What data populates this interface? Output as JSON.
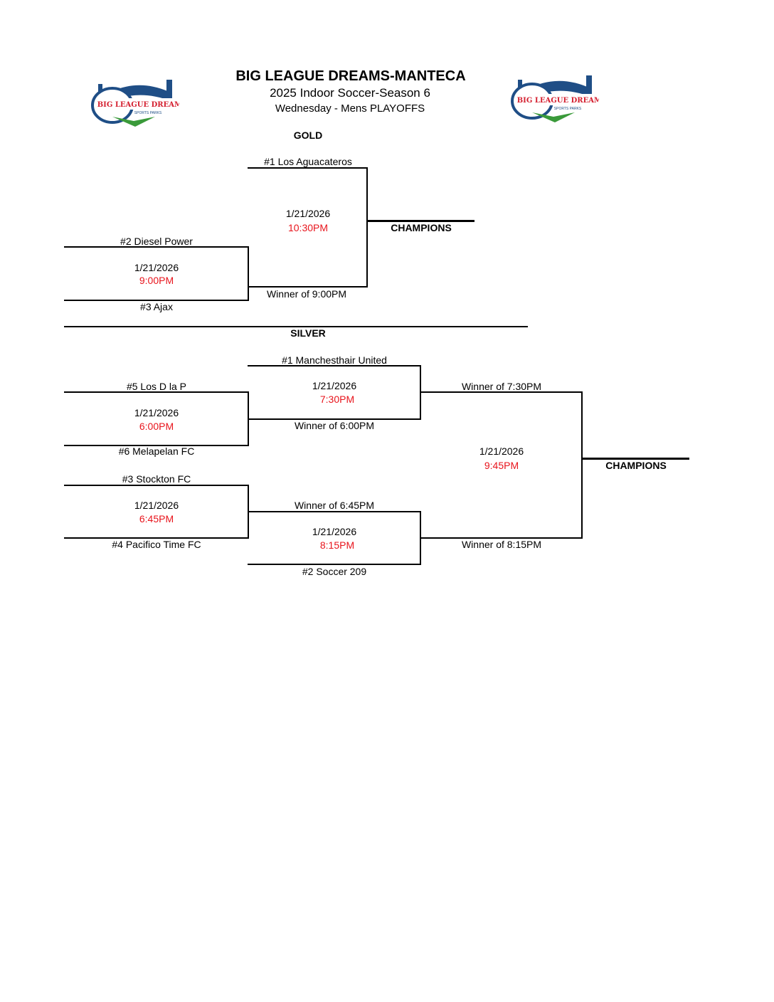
{
  "header": {
    "title": "BIG LEAGUE DREAMS-MANTECA",
    "subtitle": "2025 Indoor Soccer-Season 6",
    "subtitle2": "Wednesday - Mens PLAYOFFS",
    "logo_text": "BIG LEAGUE DREAMS SPORTS PARKS"
  },
  "colors": {
    "time": "#e8141c",
    "logo_blue": "#1f4e86",
    "logo_red": "#d42030"
  },
  "gold": {
    "label": "GOLD",
    "seed1": "#1 Los Aguacateros",
    "seed2": "#2 Diesel Power",
    "seed3": "#3 Ajax",
    "semi": {
      "date": "1/21/2026",
      "time": "9:00PM"
    },
    "semi_winner": "Winner of 9:00PM",
    "final": {
      "date": "1/21/2026",
      "time": "10:30PM"
    },
    "champions": "CHAMPIONS"
  },
  "silver": {
    "label": "SILVER",
    "seed1": "#1 Manchesthair United",
    "seed5": "#5 Los D la P",
    "seed6": "#6 Melapelan FC",
    "seed3": "#3 Stockton FC",
    "seed4": "#4 Pacifico Time FC",
    "seed2": "#2 Soccer 209",
    "game_600": {
      "date": "1/21/2026",
      "time": "6:00PM"
    },
    "game_645": {
      "date": "1/21/2026",
      "time": "6:45PM"
    },
    "game_730": {
      "date": "1/21/2026",
      "time": "7:30PM"
    },
    "game_815": {
      "date": "1/21/2026",
      "time": "8:15PM"
    },
    "final": {
      "date": "1/21/2026",
      "time": "9:45PM"
    },
    "winner_600": "Winner of 6:00PM",
    "winner_645": "Winner of 6:45PM",
    "winner_730": "Winner of 7:30PM",
    "winner_815": "Winner of 8:15PM",
    "champions": "CHAMPIONS"
  }
}
